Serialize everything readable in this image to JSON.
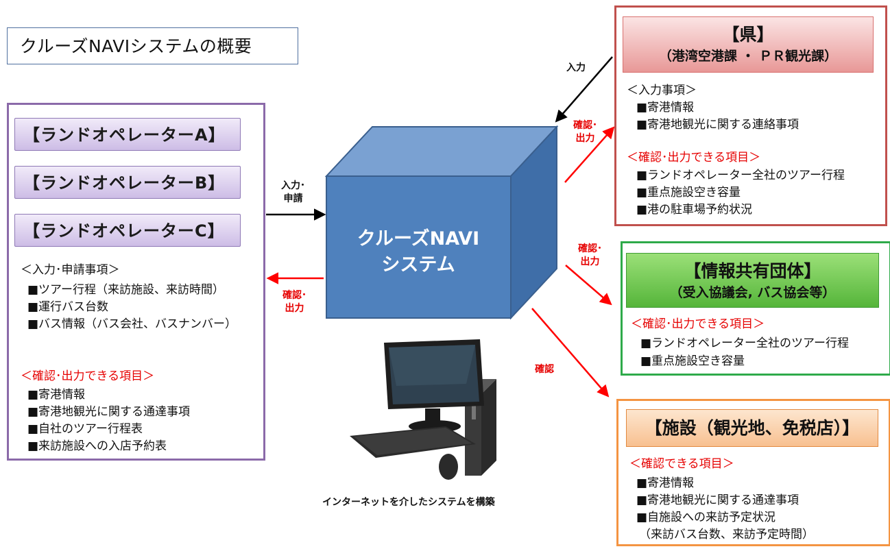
{
  "title": "クルーズNAVIシステムの概要",
  "land_operators": {
    "buttons": [
      "【ランドオペレーターA】",
      "【ランドオペレーターB】",
      "【ランドオペレーターC】"
    ],
    "input_heading": "＜入力･申請事項＞",
    "input_items": [
      "■ツアー行程（来訪施設、来訪時間）",
      "■運行バス台数",
      "■バス情報（バス会社、バスナンバー）"
    ],
    "confirm_heading": "＜確認･出力できる項目＞",
    "confirm_items": [
      "■寄港情報",
      "■寄港地観光に関する通達事項",
      "■自社のツアー行程表",
      "■来訪施設への入店予約表"
    ]
  },
  "center": {
    "system_line1": "クルーズNAVI",
    "system_line2": "システム",
    "caption": "インターネットを介したシステムを構築"
  },
  "arrows": {
    "lo_to_system": [
      "入力･",
      "申請"
    ],
    "system_to_lo": [
      "確認･",
      "出力"
    ],
    "pref_to_system": "入力",
    "system_to_pref": [
      "確認･",
      "出力"
    ],
    "system_to_org": [
      "確認･",
      "出力"
    ],
    "system_to_facility": "確認"
  },
  "prefecture": {
    "header_line1": "【県】",
    "header_line2": "（港湾空港課 ・ ＰＲ観光課）",
    "input_heading": "＜入力事項＞",
    "input_items": [
      "■寄港情報",
      "■寄港地観光に関する連絡事項"
    ],
    "confirm_heading": "＜確認･出力できる項目＞",
    "confirm_items": [
      "■ランドオペレーター全社のツアー行程",
      "■重点施設空き容量",
      "■港の駐車場予約状況"
    ]
  },
  "info_org": {
    "header_line1": "【情報共有団体】",
    "header_line2": "（受入協議会, バス協会等）",
    "confirm_heading": "＜確認･出力できる項目＞",
    "confirm_items": [
      "■ランドオペレーター全社のツアー行程",
      "■重点施設空き容量"
    ]
  },
  "facility": {
    "header": "【施設（観光地、免税店）】",
    "confirm_heading": "＜確認できる項目＞",
    "confirm_items": [
      "■寄港情報",
      "■寄港地観光に関する通達事項",
      "■自施設への来訪予定状況",
      "（来訪バス台数、来訪予定時間）"
    ]
  },
  "colors": {
    "lo_border": "#8b6aa9",
    "pref_border": "#c0504d",
    "org_border": "#2eaa4a",
    "fac_border": "#f49442",
    "cube": "#4f81bd",
    "red_arrow": "#ff0000"
  }
}
